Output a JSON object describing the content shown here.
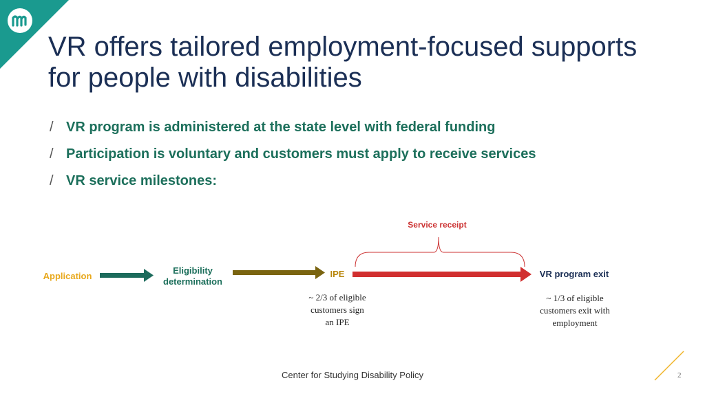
{
  "title": "VR offers tailored employment-focused supports for people with disabilities",
  "bullets": [
    "VR program is administered at the state level with federal funding",
    "Participation is voluntary and customers must apply to receive services",
    "VR service milestones:"
  ],
  "bullet_marker": "/",
  "milestones": {
    "application": "Application",
    "eligibility": "Eligibility determination",
    "ipe": "IPE",
    "exit": "VR program exit",
    "service_receipt": "Service receipt"
  },
  "notes": {
    "ipe_note": "~ 2/3 of eligible customers sign an IPE",
    "exit_note": "~ 1/3 of eligible customers exit with employment"
  },
  "footer": "Center for Studying Disability Policy",
  "page_number": "2",
  "colors": {
    "title": "#1b2f55",
    "bullet_text": "#1c6f5b",
    "application": "#e8a81c",
    "eligibility": "#1c6f5b",
    "ipe": "#b8860b",
    "service_receipt": "#cc3333",
    "exit": "#1b2f55",
    "arrow_teal": "#1c6b5c",
    "arrow_olive": "#7a6410",
    "arrow_red": "#d12f2f",
    "accent_yellow": "#f0b429",
    "corner_teal": "#1a9a8f"
  },
  "icons": [
    "logo-icon"
  ]
}
